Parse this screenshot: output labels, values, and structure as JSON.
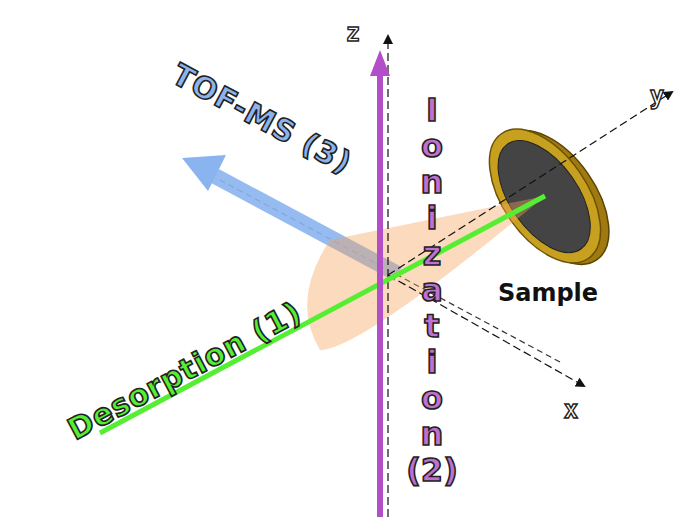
{
  "diagram": {
    "labels": [
      "TOF-MS (3)",
      "Desorption (1)",
      "Ionization (2)",
      "Sample",
      "z",
      "y",
      "x"
    ]
  }
}
